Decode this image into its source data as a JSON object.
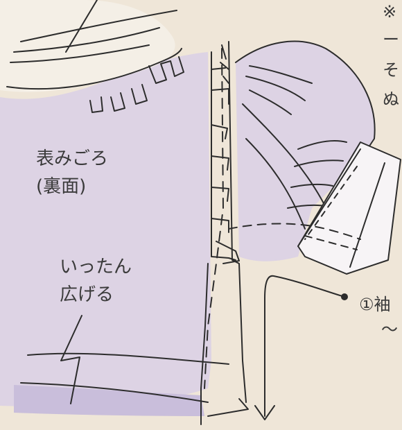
{
  "labels": {
    "bodice_line1": "表みごろ",
    "bodice_line2": "(裏面)",
    "open_line1": "いったん",
    "open_line2": "広げる",
    "note_line1": "※",
    "note_line2": "ー",
    "note_line3": "そ",
    "note_line4": "ぬ",
    "step_line1": "①袖",
    "step_line2": "〜"
  },
  "colors": {
    "background": "#efe6d8",
    "fabric": "#ddd3e4",
    "fabric_shadow": "#c9bedb",
    "cuff": "#f7f4f6",
    "ink": "#2c2c2c"
  },
  "icons": [
    "arrow-down-icon",
    "leader-dot-icon"
  ]
}
